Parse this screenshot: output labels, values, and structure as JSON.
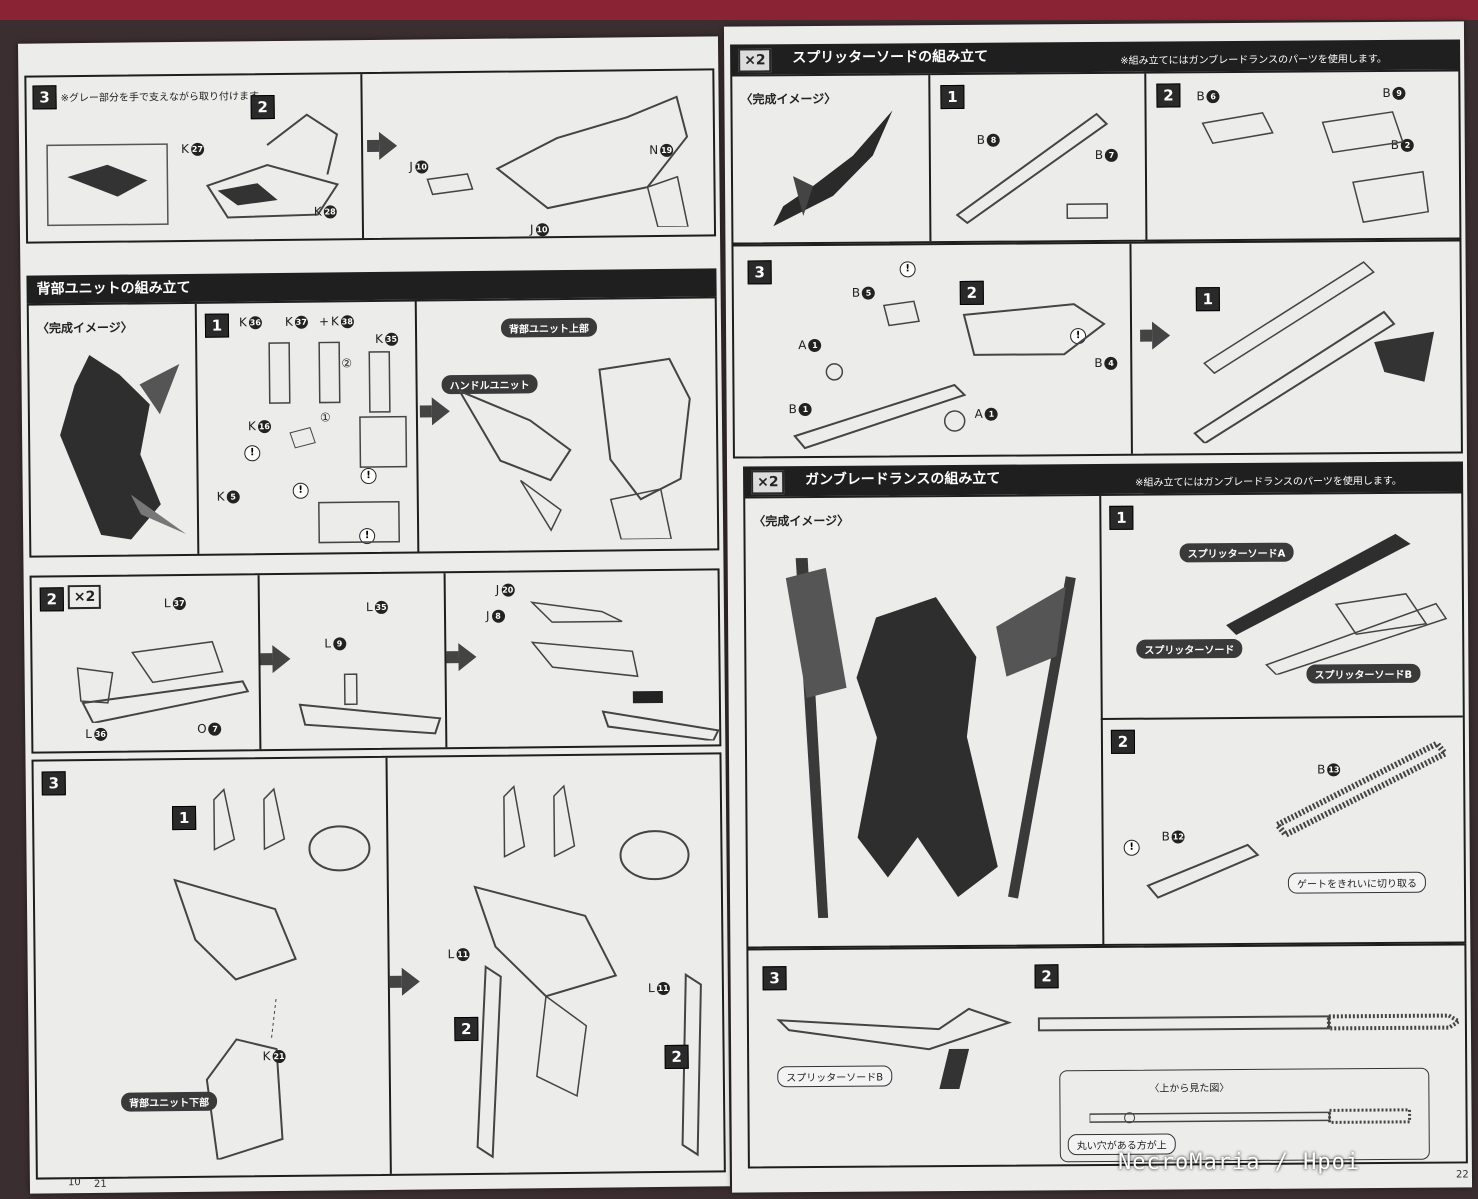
{
  "left_page": {
    "step3_top": {
      "step": "3",
      "note": "※グレー部分を手で支えながら取り付けます。",
      "sub_step": "2",
      "parts": [
        {
          "letter": "K",
          "num": "27"
        },
        {
          "letter": "K",
          "num": "28"
        },
        {
          "letter": "J",
          "num": "10"
        },
        {
          "letter": "N",
          "num": "19"
        },
        {
          "letter": "J",
          "num": "10"
        }
      ]
    },
    "section_back": {
      "title": "背部ユニットの組み立て",
      "preview_label": "〈完成イメージ〉",
      "step1": "1",
      "step1_parts": [
        {
          "letter": "K",
          "num": "36"
        },
        {
          "letter": "K",
          "num": "37"
        },
        {
          "letter": "K",
          "num": "38"
        },
        {
          "letter": "K",
          "num": "35"
        },
        {
          "letter": "K",
          "num": "16"
        },
        {
          "letter": "K",
          "num": "5"
        }
      ],
      "plus": "+",
      "tag_upper": "背部ユニット上部",
      "tag_handle": "ハンドルユニット",
      "circle_1": "①",
      "circle_2": "②"
    },
    "step2": {
      "step": "2",
      "multiplier": "×2",
      "parts": [
        {
          "letter": "L",
          "num": "37"
        },
        {
          "letter": "L",
          "num": "36"
        },
        {
          "letter": "O",
          "num": "7"
        },
        {
          "letter": "L",
          "num": "35"
        },
        {
          "letter": "L",
          "num": "9"
        },
        {
          "letter": "J",
          "num": "20"
        },
        {
          "letter": "J",
          "num": "8"
        }
      ]
    },
    "step3_bottom": {
      "step": "3",
      "sub1": "1",
      "sub2a": "2",
      "sub2b": "2",
      "parts": [
        {
          "letter": "K",
          "num": "21"
        },
        {
          "letter": "L",
          "num": "11"
        },
        {
          "letter": "L",
          "num": "11"
        }
      ],
      "tag_lower": "背部ユニット下部"
    },
    "page_numbers": {
      "outer": "10",
      "inner": "21"
    }
  },
  "right_page": {
    "section_sword": {
      "multiplier": "×2",
      "title": "スプリッターソードの組み立て",
      "note": "※組み立てにはガンブレードランスのパーツを使用します。",
      "preview_label": "〈完成イメージ〉",
      "step1": "1",
      "step1_parts": [
        {
          "letter": "B",
          "num": "8"
        },
        {
          "letter": "B",
          "num": "7"
        }
      ],
      "step2": "2",
      "step2_parts": [
        {
          "letter": "B",
          "num": "6"
        },
        {
          "letter": "B",
          "num": "9"
        },
        {
          "letter": "B",
          "num": "2"
        }
      ],
      "step3": "3",
      "step3_parts": [
        {
          "letter": "B",
          "num": "5"
        },
        {
          "letter": "A",
          "num": "1"
        },
        {
          "letter": "B",
          "num": "1"
        },
        {
          "letter": "A",
          "num": "1"
        },
        {
          "letter": "B",
          "num": "4"
        }
      ],
      "step3_sub": "2",
      "result_sub": "1"
    },
    "section_lance": {
      "multiplier": "×2",
      "title": "ガンブレードランスの組み立て",
      "note": "※組み立てにはガンブレードランスのパーツを使用します。",
      "preview_label": "〈完成イメージ〉",
      "step1": "1",
      "tag_sword_a": "スプリッターソードA",
      "tag_sword": "スプリッターソード",
      "tag_sword_b": "スプリッターソードB",
      "step2": "2",
      "step2_parts": [
        {
          "letter": "B",
          "num": "13"
        },
        {
          "letter": "B",
          "num": "12"
        }
      ],
      "gate_note": "ゲートをきれいに切り取る",
      "step3": "3",
      "step3_sub": "2",
      "tag_sword_b2": "スプリッターソードB",
      "top_view": "〈上から見た図〉",
      "hole_note": "丸い穴がある方が上"
    },
    "page_number": "22"
  },
  "watermark": "NecroMaria / Hpoi"
}
